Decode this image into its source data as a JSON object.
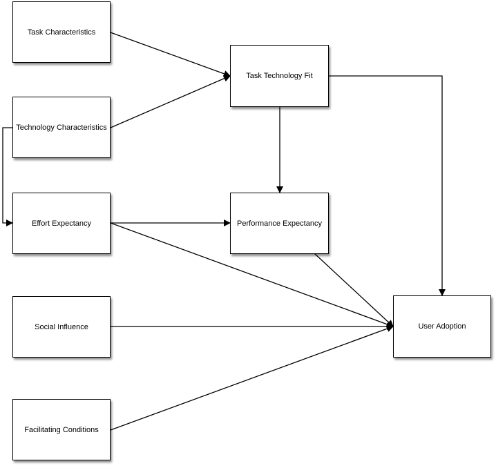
{
  "nodes": {
    "task_characteristics": "Task Characteristics",
    "technology_characteristics": "Technology Characteristics",
    "effort_expectancy": "Effort Expectancy",
    "social_influence": "Social Influence",
    "facilitating_conditions": "Facilitating Conditions",
    "task_technology_fit": "Task Technology Fit",
    "performance_expectancy": "Performance Expectancy",
    "user_adoption": "User Adoption"
  },
  "edges": [
    {
      "from": "task_characteristics",
      "to": "task_technology_fit"
    },
    {
      "from": "technology_characteristics",
      "to": "task_technology_fit"
    },
    {
      "from": "technology_characteristics",
      "to": "effort_expectancy"
    },
    {
      "from": "task_technology_fit",
      "to": "performance_expectancy"
    },
    {
      "from": "task_technology_fit",
      "to": "user_adoption"
    },
    {
      "from": "effort_expectancy",
      "to": "performance_expectancy"
    },
    {
      "from": "effort_expectancy",
      "to": "user_adoption"
    },
    {
      "from": "performance_expectancy",
      "to": "user_adoption"
    },
    {
      "from": "social_influence",
      "to": "user_adoption"
    },
    {
      "from": "facilitating_conditions",
      "to": "user_adoption"
    }
  ]
}
